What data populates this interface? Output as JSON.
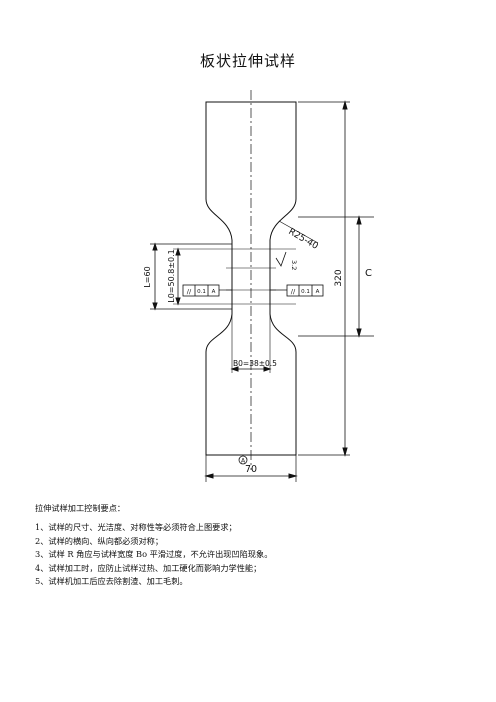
{
  "title": "板状拉伸试样",
  "drawing": {
    "radius_label": "R25-40",
    "roughness_label": "3.2",
    "gauge_length_label": "L0=50.8±0.1",
    "parallel_length_label": "L=60",
    "width_label": "B0=38±0.5",
    "grip_width_label": "70",
    "total_length_label": "320",
    "section_label": "C",
    "datum_label": "A",
    "tolerance_left": {
      "symbol": "//",
      "value": "0.1",
      "datum": "A"
    },
    "tolerance_right": {
      "symbol": "//",
      "value": "0.1",
      "datum": "A"
    }
  },
  "notes": {
    "heading": "拉伸试样加工控制要点：",
    "items": [
      "1、试样的尺寸、光洁度、对称性等必须符合上图要求；",
      "2、试样的横向、纵向都必须对称；",
      "3、试样 R 角应与试样宽度 Bo 平滑过度，不允许出现凹陷现象。",
      "4、试样加工时，应防止试样过热、加工硬化而影响力学性能；",
      "5、试样机加工后应去除割渣、加工毛刺。"
    ]
  }
}
